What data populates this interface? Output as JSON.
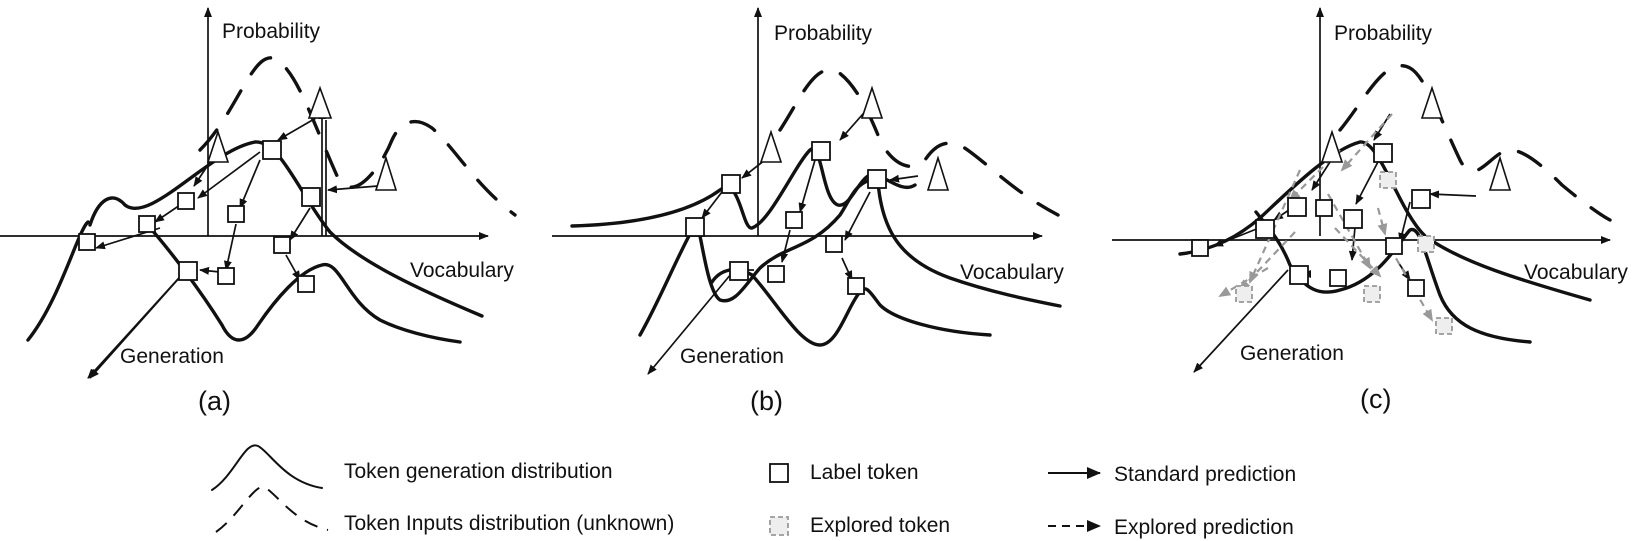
{
  "panels": [
    {
      "axis_y": "Probability",
      "axis_x": "Vocabulary",
      "axis_z": "Generation",
      "caption": "(a)"
    },
    {
      "axis_y": "Probability",
      "axis_x": "Vocabulary",
      "axis_z": "Generation",
      "caption": "(b)"
    },
    {
      "axis_y": "Probability",
      "axis_x": "Vocabulary",
      "axis_z": "Generation",
      "caption": "(c)"
    }
  ],
  "legend": {
    "generation_distribution": "Token generation distribution",
    "inputs_distribution": "Token Inputs distribution (unknown)",
    "label_token": "Label token",
    "explored_token": "Explored token",
    "standard_prediction": "Standard prediction",
    "explored_prediction": "Explored prediction"
  },
  "colors": {
    "ink": "#111111",
    "explored": "#999999",
    "explored_fill": "#eeeeee"
  }
}
